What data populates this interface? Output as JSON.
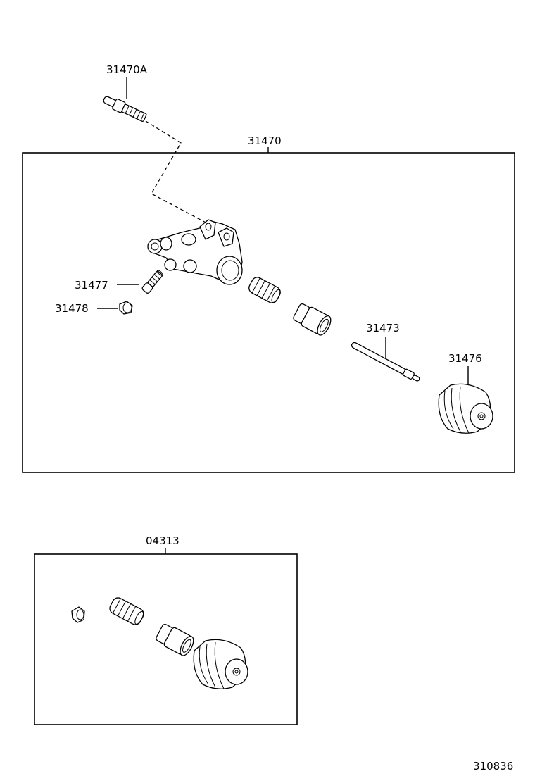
{
  "labels": {
    "bleeder_screw_label": "31470A",
    "assembly_label": "31470",
    "screw_label": "31477",
    "cap_label": "31478",
    "push_rod_label": "31473",
    "boot_label": "31476",
    "repair_kit_label": "04313",
    "figure_number": "310836"
  }
}
